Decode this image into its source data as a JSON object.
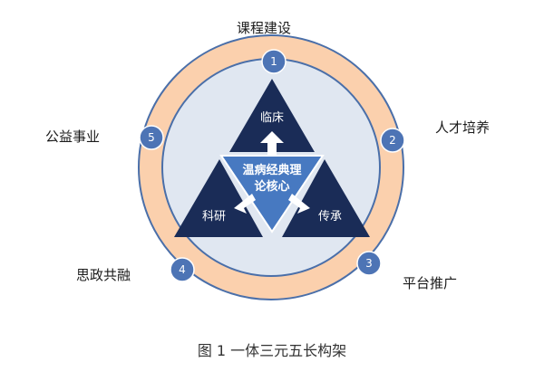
{
  "outer_labels": [
    "课程建设",
    "人才培养",
    "平台推广",
    "思政共融",
    "公益事业"
  ],
  "markers": [
    "1",
    "2",
    "3",
    "4",
    "5"
  ],
  "core": {
    "line1": "温病经典理",
    "line2": "论核心"
  },
  "triangles": {
    "top": "临床",
    "right": "传承",
    "left": "科研"
  },
  "caption": "图 1 一体三元五长构架",
  "colors": {
    "ring": "#fbd0ad",
    "ring_stroke": "#4a6fa9",
    "inner_fill": "#e0e7f1",
    "triangle": "#1a2c57",
    "core": "#4779c1",
    "marker": "#4d74b5"
  }
}
